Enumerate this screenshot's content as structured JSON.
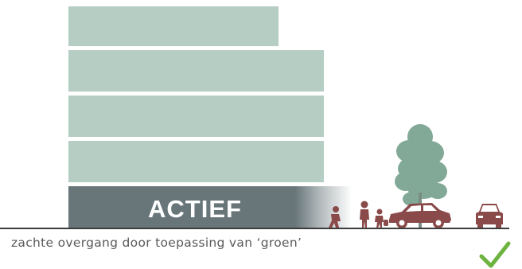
{
  "label": "ACTIEF",
  "caption": "zachte overgang door toepassing van ‘groen’",
  "icons": [
    "building-floor",
    "pedestrian-icon",
    "tree-icon",
    "car-icon",
    "check-icon"
  ],
  "colors": {
    "upper_floors": "#b5cdc3",
    "ground_floor": "#68767a",
    "figures": "#8a4a4a",
    "tree": "#82a998",
    "check": "#6db33f"
  }
}
